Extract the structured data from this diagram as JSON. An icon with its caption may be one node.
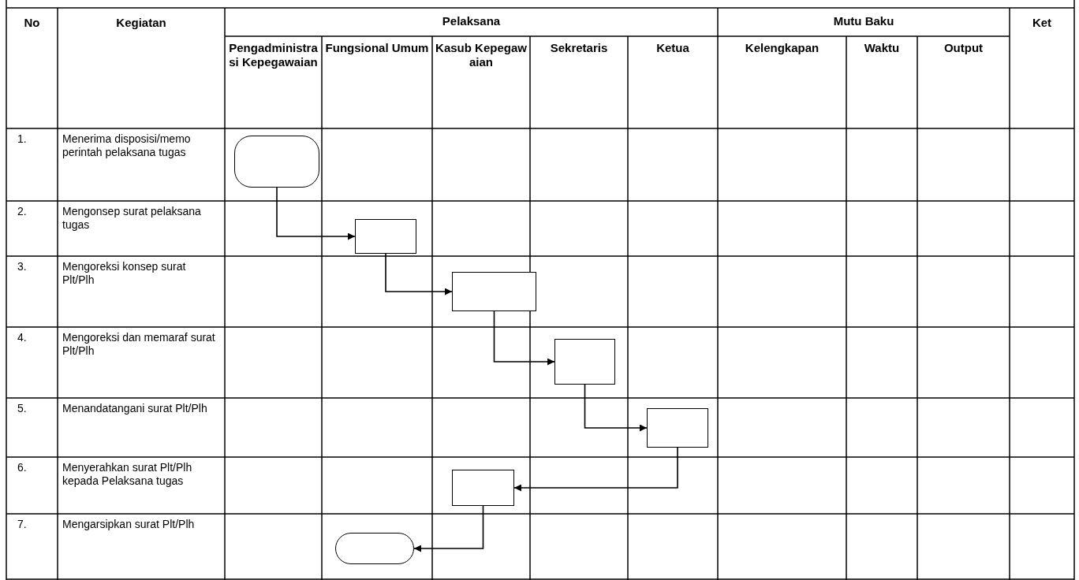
{
  "diagram": {
    "nodes": [
      {
        "text": [],
        "shape": "capsule"
      },
      {
        "text": [],
        "shape": "box"
      },
      {
        "text": [],
        "shape": "box"
      },
      {
        "text": [],
        "shape": "box"
      },
      {
        "text": [],
        "shape": "box"
      },
      {
        "text": [],
        "shape": "box"
      },
      {
        "text": [],
        "shape": "capsule"
      }
    ],
    "edges": [
      {
        "from": 0,
        "to": 1,
        "arrow": "to"
      },
      {
        "from": 1,
        "to": 2,
        "arrow": "to"
      },
      {
        "from": 2,
        "to": 3,
        "arrow": "to"
      },
      {
        "from": 3,
        "to": 4,
        "arrow": "to"
      },
      {
        "from": 4,
        "to": 5,
        "arrow": "to"
      },
      {
        "from": 5,
        "to": 6,
        "arrow": "to"
      }
    ],
    "labels": [
      "No",
      "Kegiatan",
      "Pelaksana",
      "Mutu Baku",
      "Ket",
      "Pengadministrasi Kepegawaian",
      "Fungsional Umum",
      "Kasub Kepegawaian",
      "Sekretaris",
      "Ketua",
      "Kelengkapan",
      "Waktu",
      "Output",
      "1.",
      "Menerima disposisi/memo perintah pelaksana tugas",
      "2.",
      "Mengonsep surat pelaksana tugas",
      "3.",
      "Mengoreksi konsep surat Plt/Plh",
      "4.",
      "Mengoreksi dan memaraf surat Plt/Plh",
      "5.",
      "Menandatangani surat Plt/Plh",
      "6.",
      "Menyerahkan surat Plt/Plh kepada Pelaksana tugas",
      "7.",
      "Mengarsipkan surat Plt/Plh"
    ]
  }
}
